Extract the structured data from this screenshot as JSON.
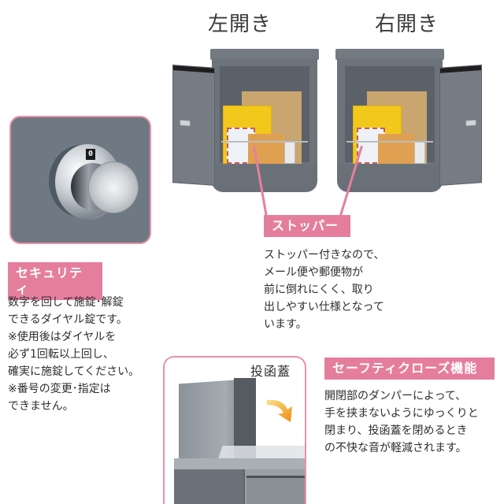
{
  "headers": {
    "left_open": "左開き",
    "right_open": "右開き"
  },
  "colors": {
    "accent_pink": "#e57e9d",
    "panel_border_pink": "#e891ac",
    "mailbox_gray": "#6d737a",
    "text": "#2e2e2e",
    "arrow_orange": "#f0a020"
  },
  "stopper": {
    "label": "ストッパー",
    "lines": [
      "ストッパー付きなので、",
      "メール便や郵便物が",
      "前に倒れにくく、取り",
      "出しやすい仕様となって",
      "います。"
    ]
  },
  "security": {
    "label": "セキュリティ",
    "dial_number": "0",
    "lines": [
      "数字を回して施錠･解錠",
      "できるダイヤル錠です。",
      "※使用後はダイヤルを",
      "必ず1回転以上回し、",
      "確実に施錠してください。",
      "※番号の変更･指定は",
      "できません。"
    ]
  },
  "safe_close": {
    "label": "セーフティクローズ機能",
    "lid_label": "投函蓋",
    "lines": [
      "開閉部のダンパーによって、",
      "手を挟まないようにゆっくりと",
      "閉まり、投函蓋を閉めるとき",
      "の不快な音が軽減されます。"
    ]
  },
  "icons": {
    "arrow": "curved-arrow-icon"
  }
}
